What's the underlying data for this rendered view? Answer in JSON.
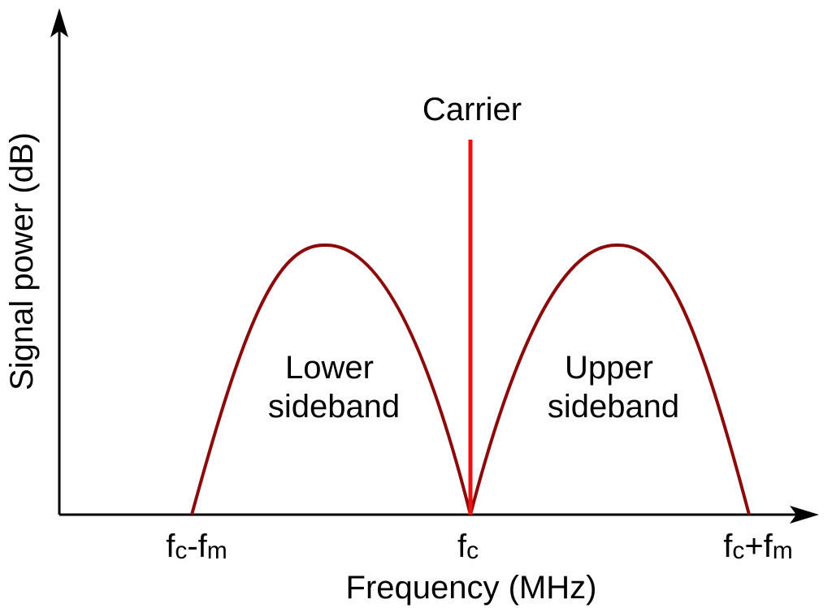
{
  "y_axis_label": "Signal power (dB)",
  "x_axis_label": "Frequency (MHz)",
  "carrier": {
    "label": "Carrier",
    "color": "#ee1111"
  },
  "sidebands": {
    "color": "#8b0a0a",
    "lower": {
      "line1": "Lower",
      "line2": "sideband"
    },
    "upper": {
      "line1": "Upper",
      "line2": "sideband"
    }
  },
  "ticks": {
    "left": {
      "base": "f",
      "sub1": "c",
      "op": "-",
      "base2": "f",
      "sub2": "m"
    },
    "center": {
      "base": "f",
      "sub1": "c"
    },
    "right": {
      "base": "f",
      "sub1": "c",
      "op": "+",
      "base2": "f",
      "sub2": "m"
    }
  }
}
